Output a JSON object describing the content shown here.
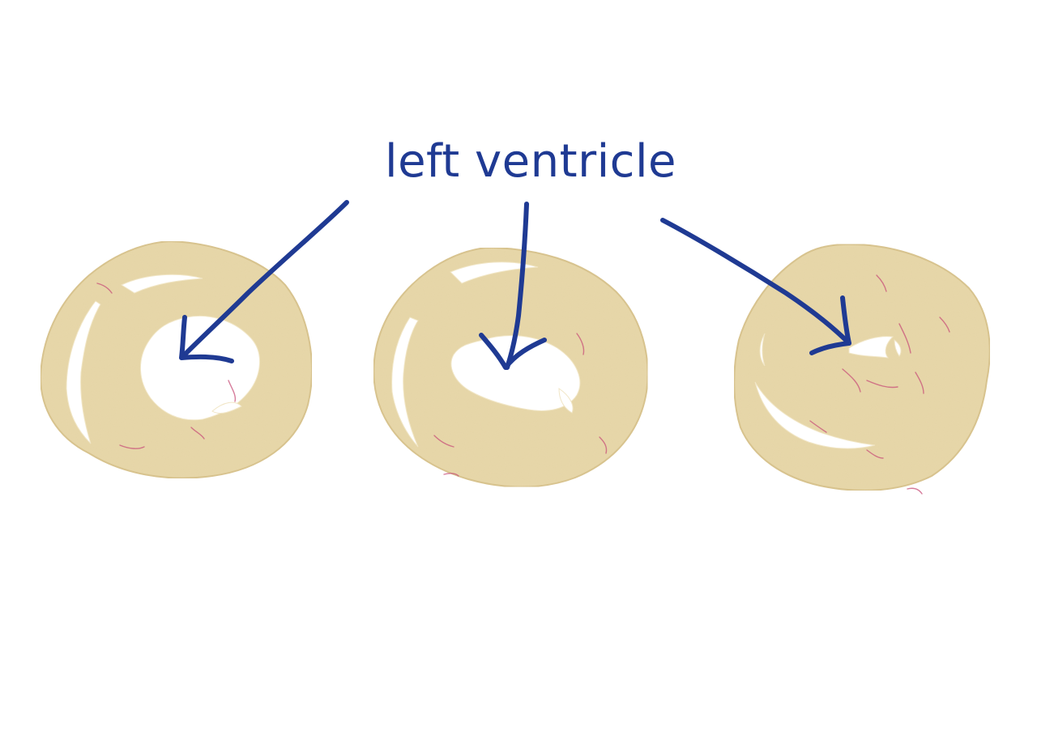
{
  "figure": {
    "label": "left ventricle",
    "colors": {
      "annotation": "#1f3a93",
      "tissue": "#e8d8aa",
      "tissue_edge": "#d9c48f",
      "tissue_light": "#f1e6c6",
      "vessel": "#c8507a",
      "background": "#ffffff"
    },
    "sections": [
      "heart-section-left",
      "heart-section-middle",
      "heart-section-right"
    ]
  }
}
